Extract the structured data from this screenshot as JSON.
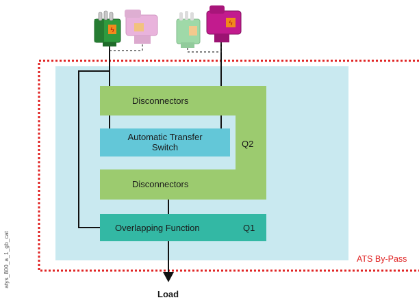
{
  "diagram": {
    "blocks": {
      "disconnectors_top": "Disconnectors",
      "ats": "Automatic Transfer Switch",
      "disconnectors_bottom": "Disconnectors",
      "overlapping": "Overlapping Function"
    },
    "switch_labels": {
      "q1": "Q1",
      "q2": "Q2"
    },
    "bypass_label": "ATS By-Pass",
    "load_label": "Load",
    "image_code": "atys_800_a_1_gb_cat",
    "sources": [
      {
        "name": "generator-source-1",
        "state": "active",
        "color": "#2e9a3e"
      },
      {
        "name": "generator-source-1-alt",
        "state": "inactive",
        "color": "#e6a6d6"
      },
      {
        "name": "generator-source-2",
        "state": "inactive",
        "color": "#8fd39a"
      },
      {
        "name": "generator-source-2-alt",
        "state": "active",
        "color": "#c21b8e"
      }
    ],
    "colors": {
      "bypass_zone": "#c9e9f0",
      "disconnector": "#9ccb6f",
      "ats": "#63c7d8",
      "overlapping": "#33b8a4",
      "bypass_border": "#e02424",
      "bypass_text": "#e02424"
    }
  }
}
